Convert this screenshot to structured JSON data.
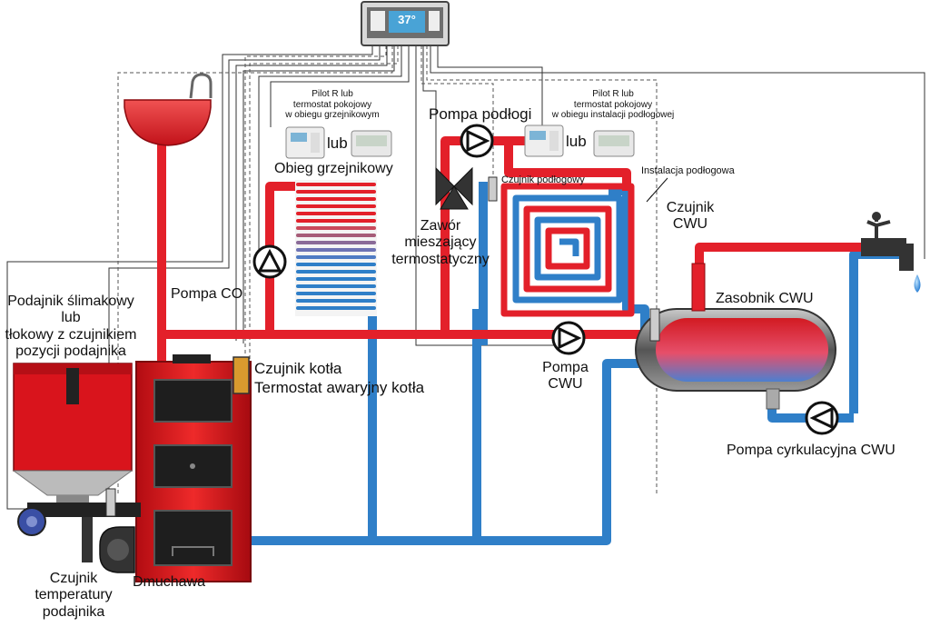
{
  "controller": {
    "display_value": "37°"
  },
  "labels": {
    "pilot_left": [
      "Pilot R lub",
      "termostat pokojowy",
      "w obiegu grzejnikowym"
    ],
    "pilot_right": [
      "Pilot R lub",
      "termostat pokojowy",
      "w obiegu instalacji podłogowej"
    ],
    "lub": "lub",
    "obieg_grzejnikowy": "Obieg grzejnikowy",
    "pompa_podlogi": "Pompa podłogi",
    "czujnik_podlogowy": "Czujnik podłogowy",
    "instalacja_podlogowa": "Instalacja podłogowa",
    "czujnik_cwu": [
      "Czujnik",
      "CWU"
    ],
    "zawor": [
      "Zawór",
      "mieszający",
      "termostatyczny"
    ],
    "pompa_co": "Pompa CO",
    "podajnik": [
      "Podajnik ślimakowy",
      "lub",
      "tłokowy z czujnikiem",
      "pozycji podajnika"
    ],
    "czujnik_kotla": "Czujnik kotła",
    "termostat_awaryjny": "Termostat awaryjny kotła",
    "zasobnik_cwu": "Zasobnik CWU",
    "pompa_cwu": [
      "Pompa",
      "CWU"
    ],
    "pompa_cyrkulacyjna": "Pompa cyrkulacyjna CWU",
    "czujnik_podajnika": [
      "Czujnik",
      "temperatury",
      "podajnika"
    ],
    "dmuchawa": "Dmuchawa"
  },
  "colors": {
    "hot_pipe": "#e3202a",
    "cold_pipe": "#2f7fc8",
    "boiler_red": "#d8141c",
    "wire": "#333333",
    "dashed_wire": "#555555"
  }
}
